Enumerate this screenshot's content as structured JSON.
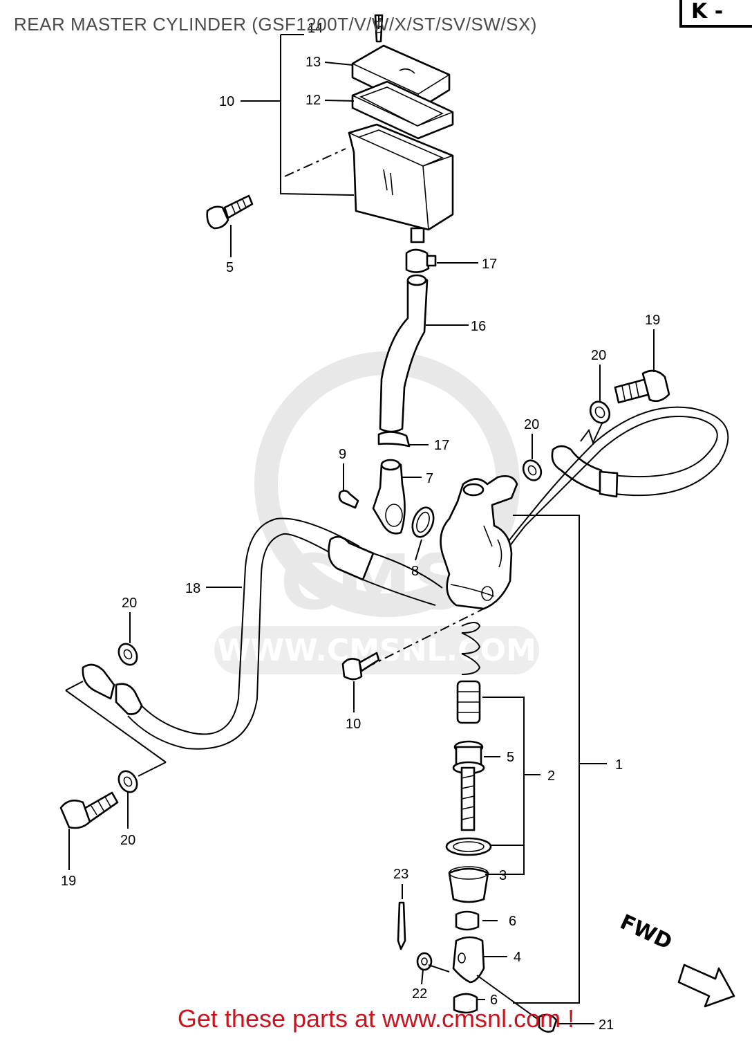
{
  "title": "REAR MASTER CYLINDER (GSF1200T/V/W/X/ST/SV/SW/SX)",
  "section_tag": "K -",
  "direction_label": "FWD",
  "watermark_text": "WWW.CMSNL.COM",
  "watermark_logo_text": "CMS",
  "footer_text": "Get these parts at www.cmsnl.com !",
  "colors": {
    "footer": "#c8141e",
    "title": "#4a4a4a",
    "watermark": "#e6e6e6"
  },
  "callouts": {
    "c14": "14",
    "c13": "13",
    "c12": "12",
    "c10_top": "10",
    "c5_top": "5",
    "c17_top": "17",
    "c16": "16",
    "c19_right": "19",
    "c20_right_top": "20",
    "c20_right": "20",
    "c17_mid": "17",
    "c9": "9",
    "c7": "7",
    "c8": "8",
    "c18": "18",
    "c20_left_top": "20",
    "c10_mid": "10",
    "c5_mid": "5",
    "c2": "2",
    "c1": "1",
    "c20_left_bottom": "20",
    "c19_left": "19",
    "c23": "23",
    "c3": "3",
    "c6_top": "6",
    "c4": "4",
    "c22": "22",
    "c6_bottom": "6",
    "c21": "21"
  }
}
